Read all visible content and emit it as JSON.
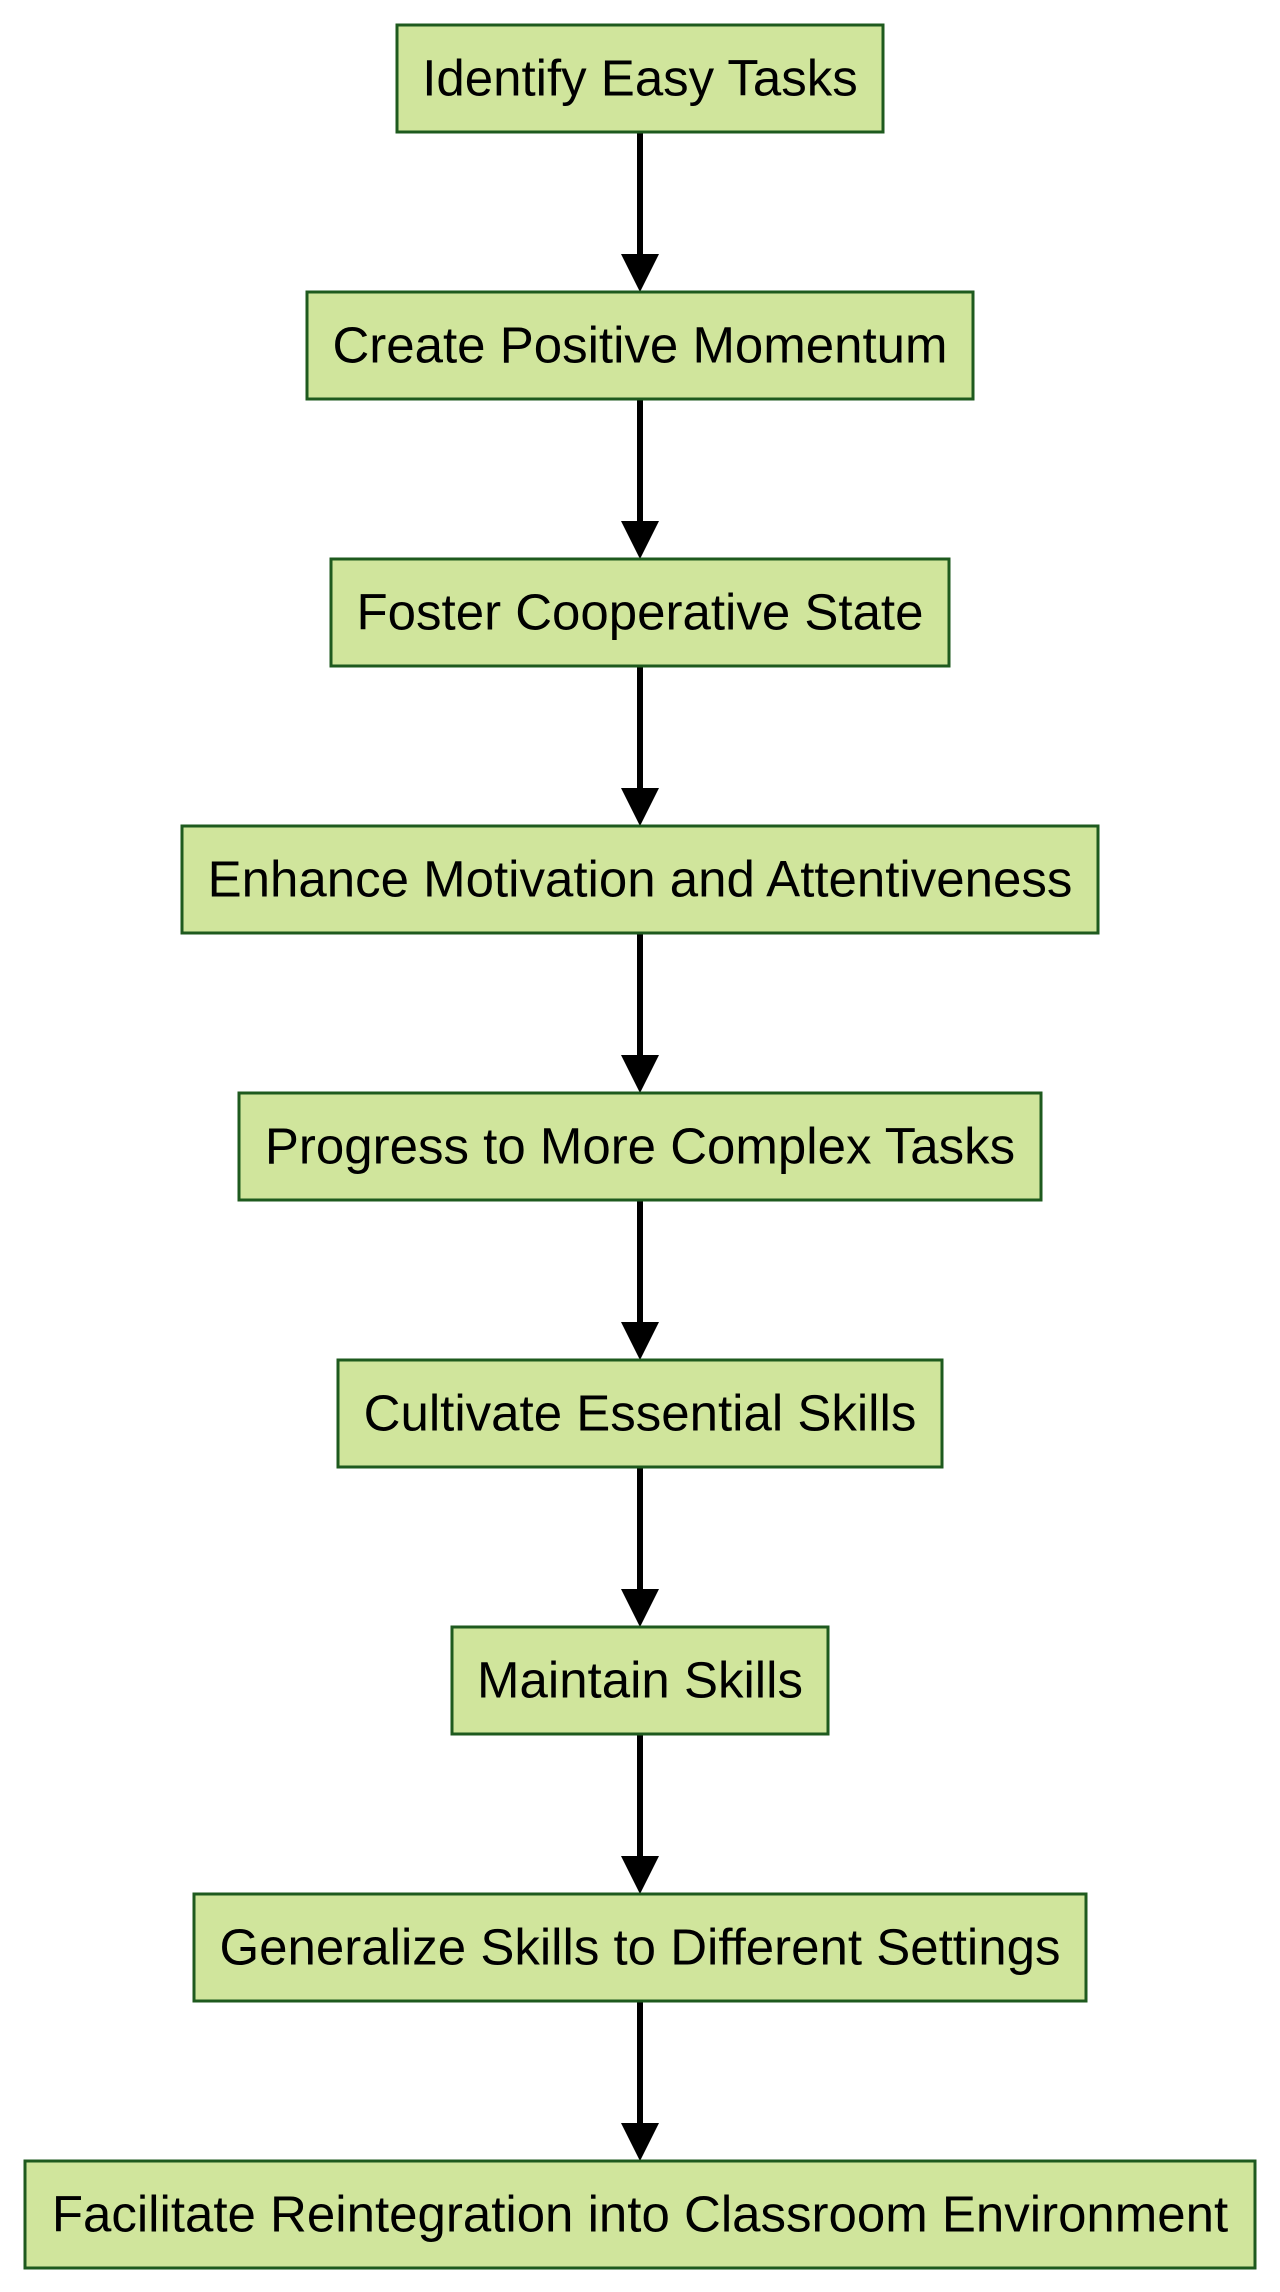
{
  "diagram": {
    "colors": {
      "node_fill": "#d0e59c",
      "node_stroke": "#1e5a1e",
      "edge": "#000000"
    },
    "nodes": [
      "Identify Easy Tasks",
      "Create Positive Momentum",
      "Foster Cooperative State",
      "Enhance Motivation and Attentiveness",
      "Progress to More Complex Tasks",
      "Cultivate Essential Skills",
      "Maintain Skills",
      "Generalize Skills to Different Settings",
      "Facilitate Reintegration into Classroom Environment"
    ],
    "edges": [
      {
        "from": 0,
        "to": 1
      },
      {
        "from": 1,
        "to": 2
      },
      {
        "from": 2,
        "to": 3
      },
      {
        "from": 3,
        "to": 4
      },
      {
        "from": 4,
        "to": 5
      },
      {
        "from": 5,
        "to": 6
      },
      {
        "from": 6,
        "to": 7
      },
      {
        "from": 7,
        "to": 8
      }
    ]
  }
}
